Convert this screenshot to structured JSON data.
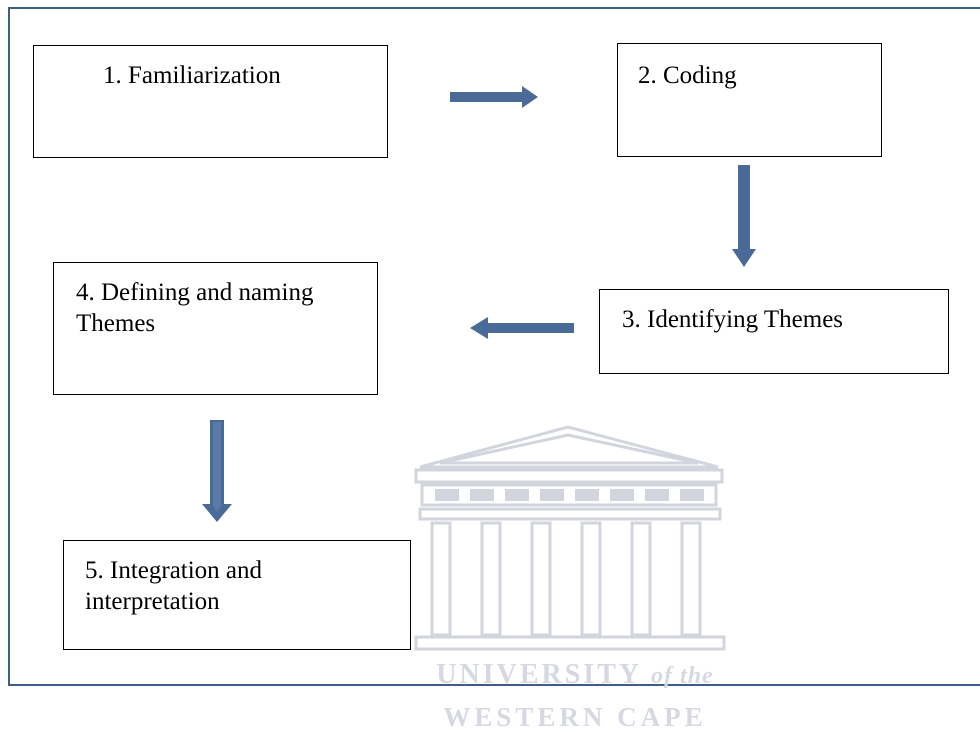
{
  "steps": [
    {
      "id": 1,
      "label": "1. Familiarization"
    },
    {
      "id": 2,
      "label": "2. Coding"
    },
    {
      "id": 3,
      "label": "3. Identifying Themes"
    },
    {
      "id": 4,
      "label": "4. Defining and naming Themes"
    },
    {
      "id": 5,
      "label": "5. Integration and interpretation"
    }
  ],
  "watermark": {
    "line1_main": "UNIVERSITY",
    "line1_italic": "of the",
    "line2": "WESTERN CAPE"
  },
  "colors": {
    "frame": "#3b5f86",
    "arrow": "#4a6a97",
    "watermark": "#d7d9e2"
  }
}
